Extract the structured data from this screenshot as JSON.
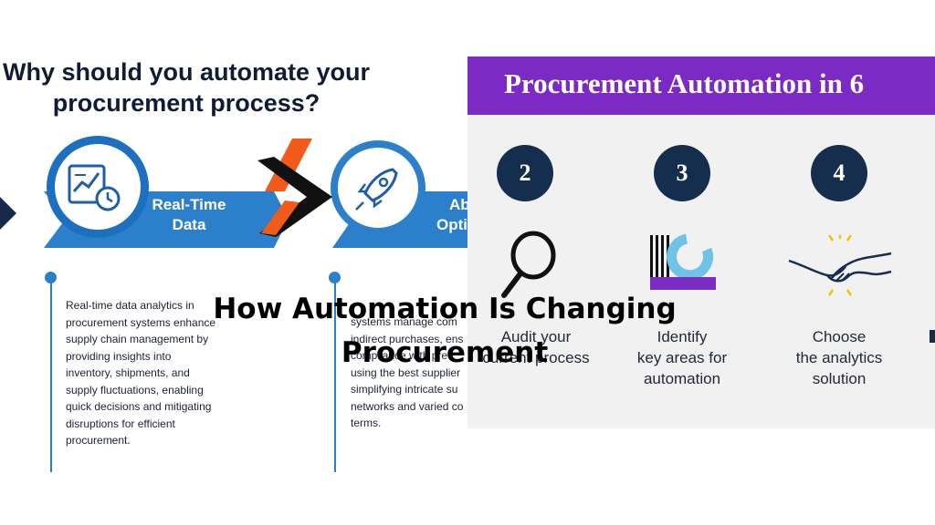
{
  "left": {
    "heading": [
      "Why should you automate your",
      "procurement process?"
    ],
    "card1": {
      "label": [
        "Real-Time",
        "Data"
      ],
      "icon": "analytics-clock-icon",
      "body": [
        "Real-time data analytics in",
        "procurement systems enhance",
        "supply chain management by",
        "providing insights into",
        "inventory, shipments, and",
        "supply fluctuations, enabling",
        "quick decisions and mitigating",
        "disruptions for efficient",
        "procurement."
      ]
    },
    "card2": {
      "label": [
        "Ab",
        "Opti"
      ],
      "icon": "rocket-icon",
      "body": [
        "systems manage com",
        "indirect purchases, ens",
        "compliance with pre-",
        "using the best supplier",
        "simplifying intricate su",
        "networks and varied co",
        "terms."
      ]
    },
    "colors": {
      "banner": "#2c7fcb",
      "banner_dark": "#1d5ea6",
      "text": "#101c33"
    }
  },
  "right": {
    "title": "Procurement Automation in 6",
    "steps": [
      {
        "number": "2",
        "label": [
          "Audit your",
          "current process"
        ],
        "icon": "magnifier-icon"
      },
      {
        "number": "3",
        "label": [
          "Identify",
          "key areas for",
          "automation"
        ],
        "icon": "chart-gauge-icon"
      },
      {
        "number": "4",
        "label": [
          "Choose",
          "the analytics",
          "solution"
        ],
        "icon": "handshake-icon"
      }
    ],
    "colors": {
      "header": "#7b2bc4",
      "circle": "#162e4e",
      "accent": "#6fc3e6",
      "accent_purple": "#7b2bc4",
      "handshake_spark": "#f2c200"
    }
  },
  "overlay": {
    "title": [
      "How Automation Is Changing",
      "Procurement"
    ]
  }
}
